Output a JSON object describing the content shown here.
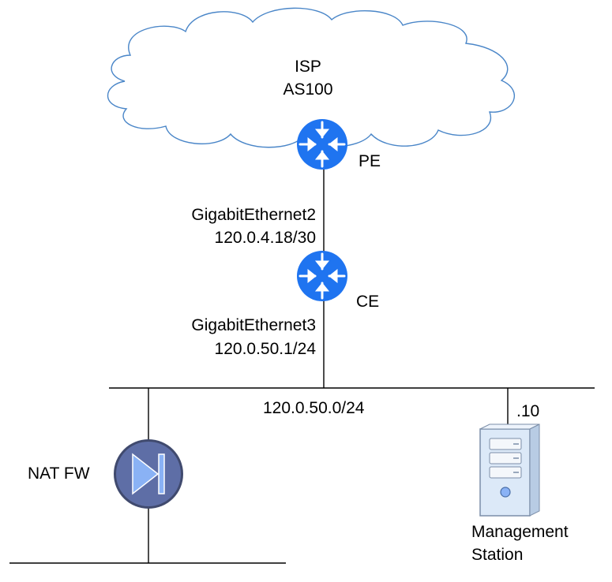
{
  "isp": {
    "name": "ISP",
    "as_number": "AS100"
  },
  "pe": {
    "label": "PE"
  },
  "link_pe_ce": {
    "interface": "GigabitEthernet2",
    "address": "120.0.4.18/30"
  },
  "ce": {
    "label": "CE"
  },
  "link_ce_lan": {
    "interface": "GigabitEthernet3",
    "address": "120.0.50.1/24"
  },
  "lan": {
    "subnet": "120.0.50.0/24"
  },
  "nat_fw": {
    "label": "NAT FW"
  },
  "management_station": {
    "host_id": ".10",
    "label_line1": "Management",
    "label_line2": "Station"
  },
  "colors": {
    "router_blue": "#1F74F0",
    "cloud_outline": "#4A86C8",
    "firewall_body": "#5E6EA6",
    "firewall_arrow": "#8AB2F5",
    "server_body": "#DCE9F8"
  }
}
